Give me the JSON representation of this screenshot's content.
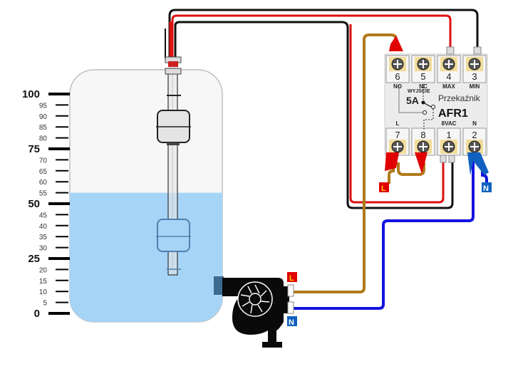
{
  "diagram": {
    "title": "Float level switch with AFR1 relay controlling a pump",
    "scale": {
      "major": [
        {
          "value": "100",
          "level": 100
        },
        {
          "value": "75",
          "level": 75
        },
        {
          "value": "50",
          "level": 50
        },
        {
          "value": "25",
          "level": 25
        },
        {
          "value": "0",
          "level": 0
        }
      ],
      "minor": [
        "95",
        "90",
        "85",
        "80",
        "70",
        "65",
        "60",
        "55",
        "45",
        "40",
        "35",
        "30",
        "20",
        "15",
        "10",
        "5"
      ],
      "minor_levels": [
        95,
        90,
        85,
        80,
        70,
        65,
        60,
        55,
        45,
        40,
        35,
        30,
        20,
        15,
        10,
        5
      ]
    },
    "tank": {
      "water_level_percent": 55,
      "water_color": "#a6d4f7"
    },
    "relay": {
      "name": "Przekaźnik",
      "model": "AFR1",
      "output_label": "WYJŚCIE",
      "output_rating": "5A",
      "top_terminals": [
        {
          "num": "6",
          "name": "NO"
        },
        {
          "num": "5",
          "name": "NC"
        },
        {
          "num": "4",
          "name": "MAX"
        },
        {
          "num": "3",
          "name": "MIN"
        }
      ],
      "bottom_terminals": [
        {
          "num": "7",
          "name": "L"
        },
        {
          "num": "8",
          "name": ""
        },
        {
          "num": "1",
          "name": "8VAC"
        },
        {
          "num": "2",
          "name": "N"
        }
      ]
    },
    "badges": {
      "relay_live": "L",
      "relay_neutral": "N",
      "pump_live": "L",
      "pump_neutral": "N"
    },
    "colors": {
      "live": "#e00000",
      "neutral": "#1060c0",
      "wire_brown": "#b07a1a",
      "wire_blue": "#1414e0",
      "wire_red": "#dd1111",
      "wire_black": "#111111",
      "terminal_yellow": "#f3dc9a"
    }
  }
}
